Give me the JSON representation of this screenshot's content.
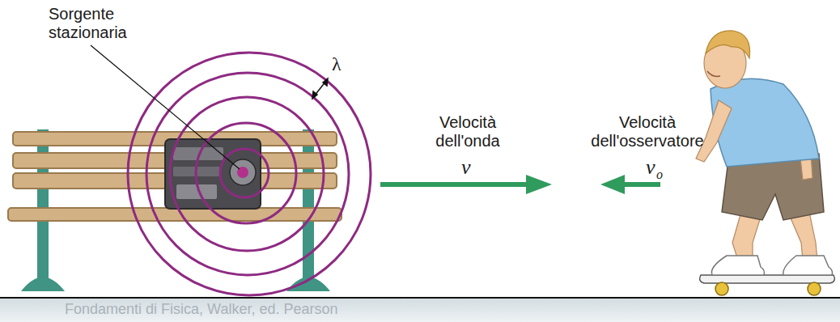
{
  "diagram": {
    "labels": [
      "Sorgente stazionaria",
      "λ",
      "Velocità dell'onda",
      "v",
      "Velocità dell'osservatore",
      "v",
      "o",
      "Fondamenti di Fisica, Walker, ed. Pearson"
    ]
  }
}
